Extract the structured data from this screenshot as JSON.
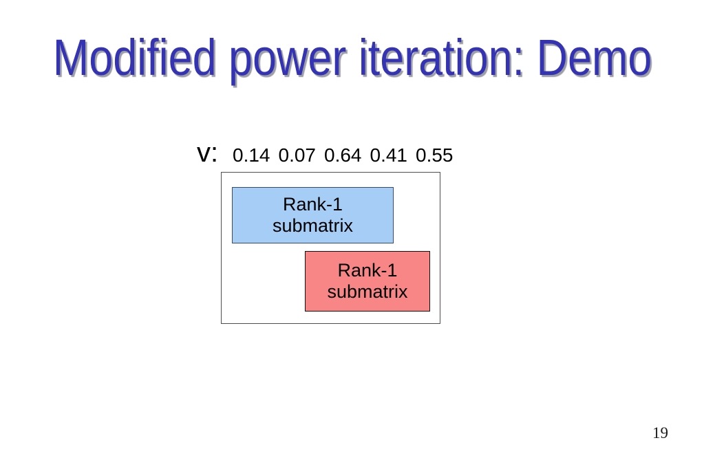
{
  "slide": {
    "title": "Modified power iteration: Demo",
    "page_number": "19"
  },
  "vector": {
    "label": "v:",
    "values": [
      "0.14",
      "0.07",
      "0.64",
      "0.41",
      "0.55"
    ]
  },
  "diagram": {
    "matrix_border_color": "#4d4d4d",
    "blocks": [
      {
        "id": "blue",
        "line1": "Rank-1",
        "line2": "submatrix",
        "fill": "#a6cdf5",
        "border": "#3a4a63"
      },
      {
        "id": "red",
        "line1": "Rank-1",
        "line2": "submatrix",
        "fill": "#f98686",
        "border": "#111111"
      }
    ]
  },
  "colors": {
    "title_text": "#3333b3",
    "title_shadow": "#9e9ea6",
    "background": "#ffffff",
    "body_text": "#000000"
  }
}
